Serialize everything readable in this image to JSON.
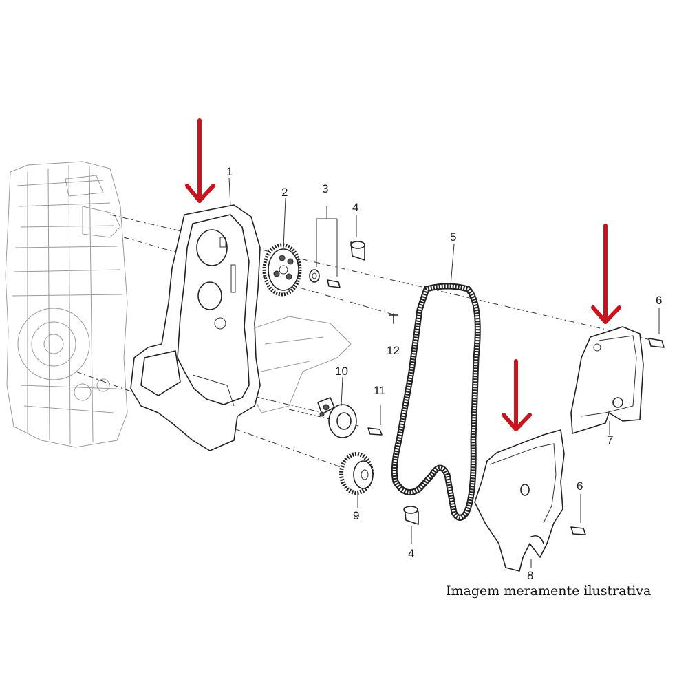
{
  "caption": "Imagem meramente ilustrativa",
  "colors": {
    "arrow": "#c8141e",
    "line": "#222222",
    "ghost": "#9a9a9a"
  },
  "labels": {
    "p1": "1",
    "p2": "2",
    "p3": "3",
    "p4a": "4",
    "p4b": "4",
    "p5": "5",
    "p6a": "6",
    "p6b": "6",
    "p7": "7",
    "p8": "8",
    "p9": "9",
    "p10": "10",
    "p11": "11",
    "p12": "12"
  }
}
